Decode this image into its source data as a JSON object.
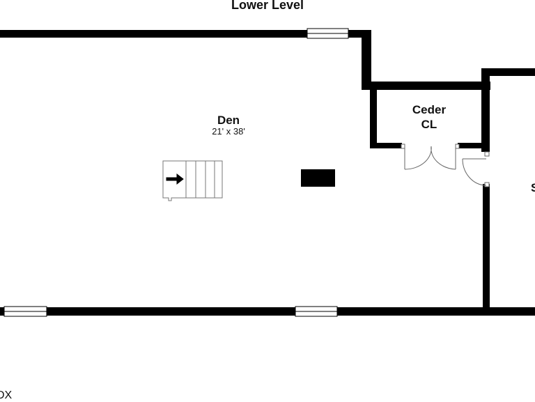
{
  "title": "Lower Level",
  "rooms": [
    {
      "name": "Den",
      "dimensions": "21' x 38'"
    },
    {
      "name_line1": "Ceder",
      "name_line2": "CL"
    }
  ],
  "partial_labels": {
    "right_room": "S",
    "corner_mark": "DX"
  },
  "colors": {
    "wall": "#000000",
    "background": "#ffffff",
    "window": "#ffffff",
    "fixture": "#000000"
  }
}
